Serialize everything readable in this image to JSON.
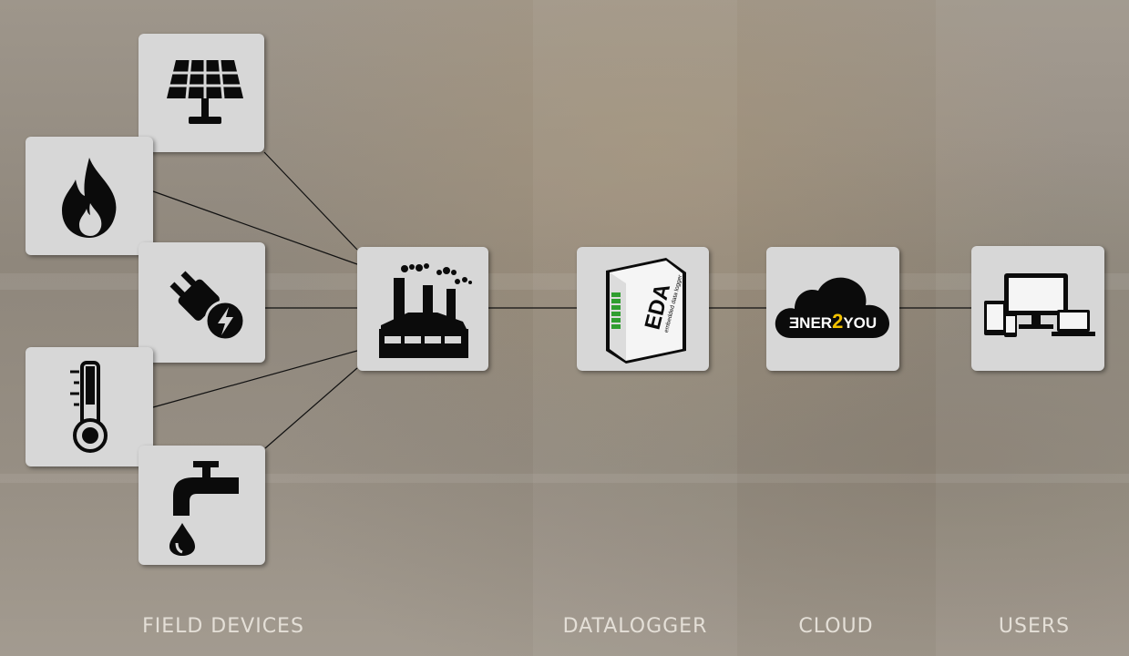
{
  "columns": {
    "field_devices": "FIELD DEVICES",
    "datalogger": "DATALOGGER",
    "cloud": "CLOUD",
    "users": "USERS"
  },
  "datalogger_brand": {
    "name": "EDA",
    "subtitle": "embedded data logger"
  },
  "cloud_brand": {
    "part1": "ƎNER",
    "part2": "2",
    "part3": "YOU"
  },
  "colors": {
    "tile": "#d7d7d7",
    "icon": "#0b0b0b",
    "label": "#e4dfd7",
    "accent": "#f2c100",
    "connector": "#111111",
    "terminal_green": "#2f9e2f"
  },
  "icons": [
    "solar-panel-icon",
    "flame-icon",
    "electric-plug-icon",
    "thermometer-icon",
    "water-tap-icon",
    "factory-icon",
    "datalogger-device-icon",
    "cloud-logo-icon",
    "devices-icon"
  ]
}
